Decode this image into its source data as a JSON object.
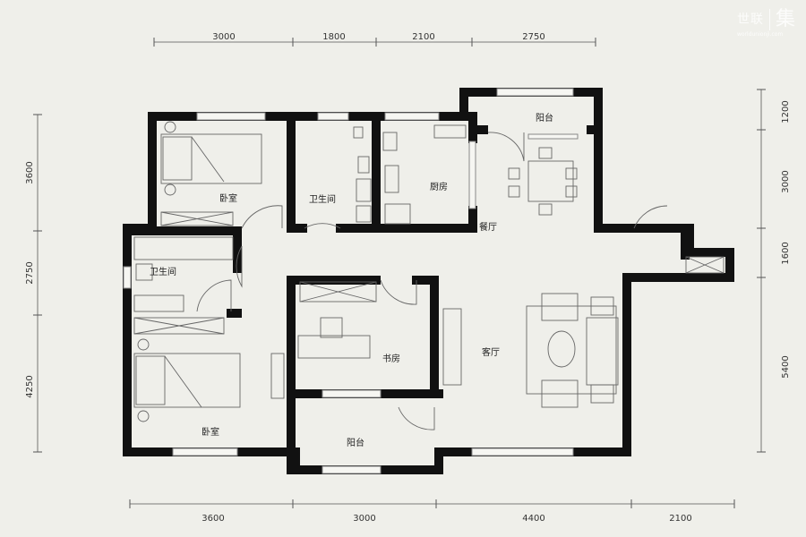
{
  "watermark": {
    "brand": "世联",
    "mark": "集",
    "site": "worldunionji.com"
  },
  "rooms": {
    "bedroom_north": "卧室",
    "bathroom_north": "卫生间",
    "kitchen": "厨房",
    "balcony_north": "阳台",
    "dining": "餐厅",
    "bathroom_west": "卫生间",
    "study": "书房",
    "living": "客厅",
    "bedroom_south": "卧室",
    "balcony_south": "阳台"
  },
  "dimensions": {
    "top": [
      "3000",
      "1800",
      "2100",
      "2750"
    ],
    "bottom": [
      "3600",
      "3000",
      "4400",
      "2100"
    ],
    "left": [
      "3600",
      "2750",
      "4250"
    ],
    "right": [
      "1200",
      "3000",
      "1600",
      "5400"
    ]
  }
}
